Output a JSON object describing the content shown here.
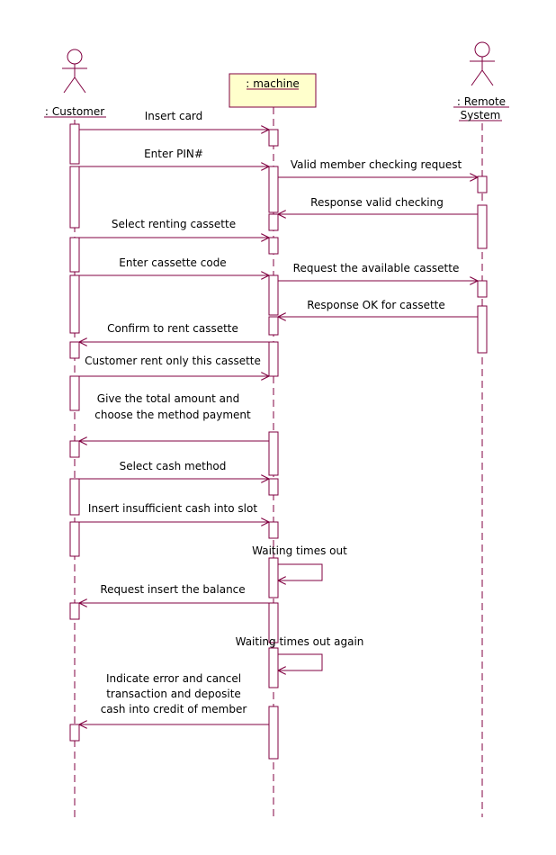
{
  "diagram": {
    "colors": {
      "line": "#800040",
      "box_fill": "#ffffcc",
      "text": "#000000",
      "background": "#ffffff"
    },
    "lifelines": [
      {
        "id": "customer",
        "label": "Customer",
        "prefix": ":",
        "kind": "actor"
      },
      {
        "id": "machine",
        "label": "machine",
        "prefix": ":",
        "kind": "object"
      },
      {
        "id": "remote",
        "label_line1": ": Remote",
        "label_line2": "System",
        "kind": "actor"
      }
    ],
    "messages": [
      {
        "id": "insert-card",
        "label": "Insert card",
        "from": "customer",
        "to": "machine"
      },
      {
        "id": "enter-pin",
        "label": "Enter PIN#",
        "from": "customer",
        "to": "machine"
      },
      {
        "id": "valid-member-request",
        "label": "Valid member checking request",
        "from": "machine",
        "to": "remote"
      },
      {
        "id": "response-valid",
        "label": "Response valid checking",
        "from": "remote",
        "to": "machine"
      },
      {
        "id": "select-renting",
        "label": "Select renting cassette",
        "from": "customer",
        "to": "machine"
      },
      {
        "id": "enter-cassette-code",
        "label": "Enter cassette code",
        "from": "customer",
        "to": "machine"
      },
      {
        "id": "request-available",
        "label": "Request the available cassette",
        "from": "machine",
        "to": "remote"
      },
      {
        "id": "response-ok",
        "label": "Response OK for cassette",
        "from": "remote",
        "to": "machine"
      },
      {
        "id": "confirm-rent",
        "label": "Confirm to rent cassette",
        "from": "machine",
        "to": "customer"
      },
      {
        "id": "rent-only-this",
        "label": "Customer rent only this cassette",
        "from": "customer",
        "to": "machine"
      },
      {
        "id": "give-total",
        "label_line1": "Give the total amount and",
        "label_line2": "choose  the method payment",
        "from": "machine",
        "to": "customer"
      },
      {
        "id": "select-cash",
        "label": "Select cash method",
        "from": "customer",
        "to": "machine"
      },
      {
        "id": "insert-insufficient",
        "label": "Insert insufficient cash into slot",
        "from": "customer",
        "to": "machine"
      },
      {
        "id": "waiting-times-out",
        "label": "Waiting times out",
        "from": "machine",
        "to": "machine"
      },
      {
        "id": "request-balance",
        "label": "Request insert the balance",
        "from": "machine",
        "to": "customer"
      },
      {
        "id": "waiting-again",
        "label": "Waiting times out again",
        "from": "machine",
        "to": "machine"
      },
      {
        "id": "indicate-error",
        "label_line1": "Indicate error and cancel",
        "label_line2": "transaction and deposite",
        "label_line3": "cash into credit of member",
        "from": "machine",
        "to": "customer"
      }
    ]
  }
}
